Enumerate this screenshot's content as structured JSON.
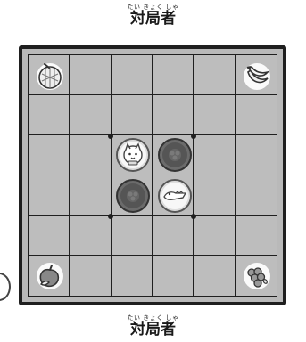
{
  "header": {
    "furigana": "たい きょく しゃ",
    "title": "対局者"
  },
  "footer": {
    "furigana": "たい きょく しゃ",
    "title": "対局者"
  },
  "board": {
    "rows": 6,
    "cols": 6,
    "pieces": [
      {
        "row": 3,
        "col": 3,
        "color": "white",
        "icon": "cat-icon"
      },
      {
        "row": 3,
        "col": 4,
        "color": "black",
        "icon": "black-piece-icon"
      },
      {
        "row": 4,
        "col": 3,
        "color": "black",
        "icon": "black-piece-icon"
      },
      {
        "row": 4,
        "col": 4,
        "color": "white",
        "icon": "crocodile-icon"
      }
    ],
    "corner_icons": [
      {
        "corner": "top-left",
        "icon": "melon-icon"
      },
      {
        "corner": "top-right",
        "icon": "banana-icon"
      },
      {
        "corner": "bottom-left",
        "icon": "peach-icon"
      },
      {
        "corner": "bottom-right",
        "icon": "grapes-icon"
      }
    ]
  },
  "colors": {
    "board": "#bdbdbd",
    "grid": "#1f1f1f",
    "white_piece": "#f7f7f7",
    "black_piece": "#555555"
  }
}
